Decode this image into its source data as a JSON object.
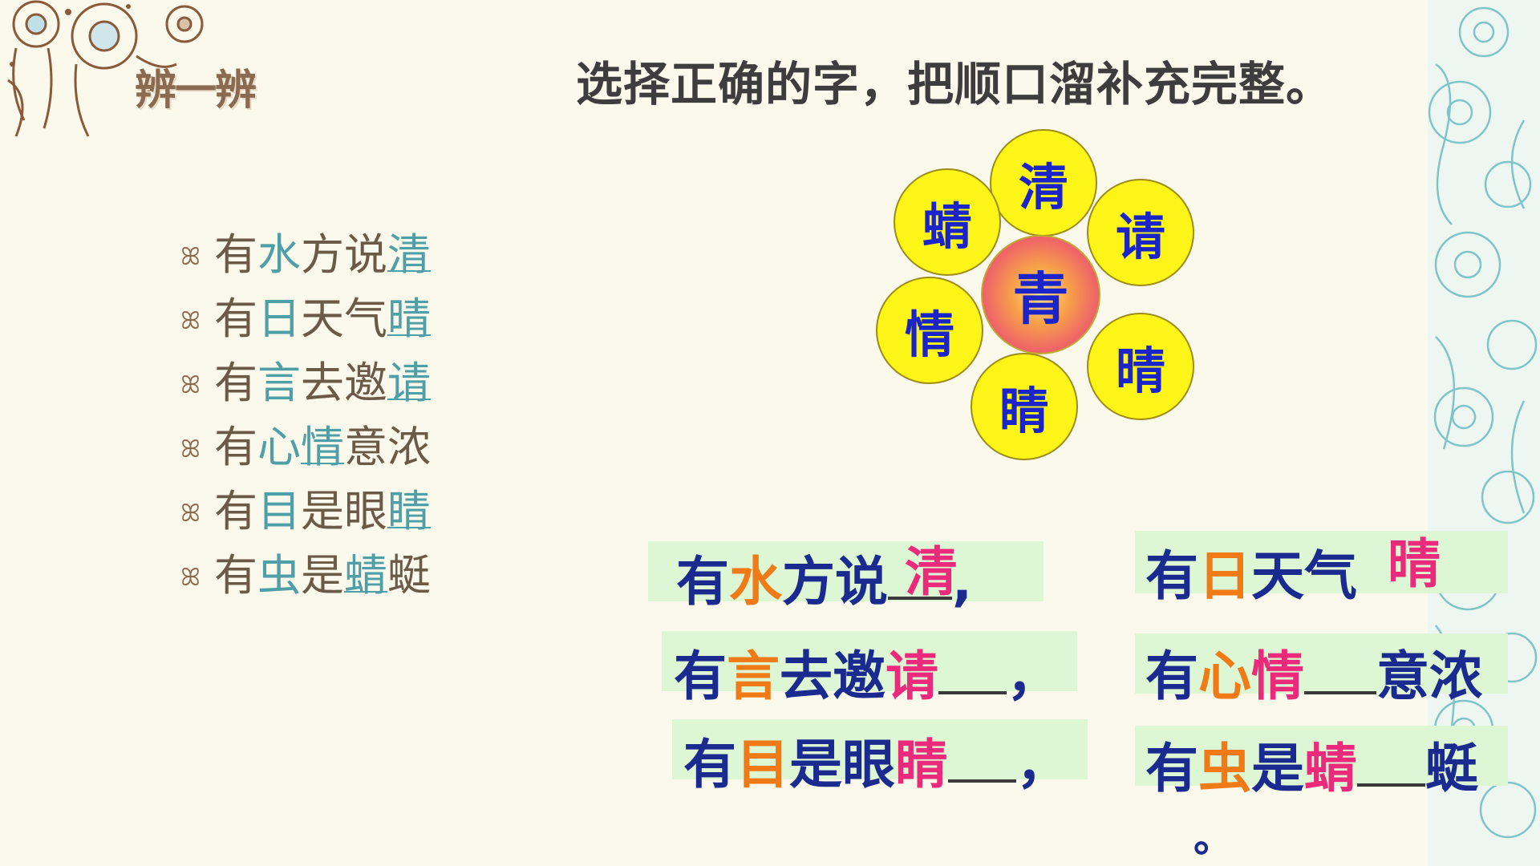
{
  "heading": "辨一辨",
  "instruction": "选择正确的字，把顺口溜补充完整。",
  "list": [
    {
      "a": "有",
      "b": "水",
      "c": "方说",
      "d": "清",
      "e": ""
    },
    {
      "a": "有",
      "b": "日",
      "c": "天气",
      "d": "晴",
      "e": ""
    },
    {
      "a": "有",
      "b": "言",
      "c": "去邀",
      "d": "请",
      "e": ""
    },
    {
      "a": "有",
      "b": "心",
      "c": "",
      "d": "情",
      "e": "意浓"
    },
    {
      "a": "有",
      "b": "目",
      "c": "是眼",
      "d": "睛",
      "e": ""
    },
    {
      "a": "有",
      "b": "虫",
      "c": "是",
      "d": "蜻",
      "e": "蜓"
    }
  ],
  "bullet": "ꕤ",
  "flower": {
    "center": "青",
    "petals": [
      "清",
      "请",
      "晴",
      "睛",
      "情",
      "蜻"
    ]
  },
  "answers": {
    "l1": {
      "a": "有",
      "b": "水",
      "c": "方说",
      "ans": "清",
      "end": ","
    },
    "l2": {
      "a": "有",
      "b": "日",
      "c": "天气",
      "ans": "晴"
    },
    "l3": {
      "a": "有",
      "b": "言",
      "c": "去邀",
      "ans": "请",
      "end": "，"
    },
    "l4": {
      "a": "有",
      "b": "心",
      "ans": "情",
      "c": "意浓"
    },
    "l5": {
      "a": "有",
      "b": "目",
      "c": "是眼",
      "ans": "睛",
      "end": "，"
    },
    "l6": {
      "a": "有",
      "b": "虫",
      "c": "是",
      "ans": "蜻",
      "d": "蜓",
      "end": "。"
    }
  }
}
